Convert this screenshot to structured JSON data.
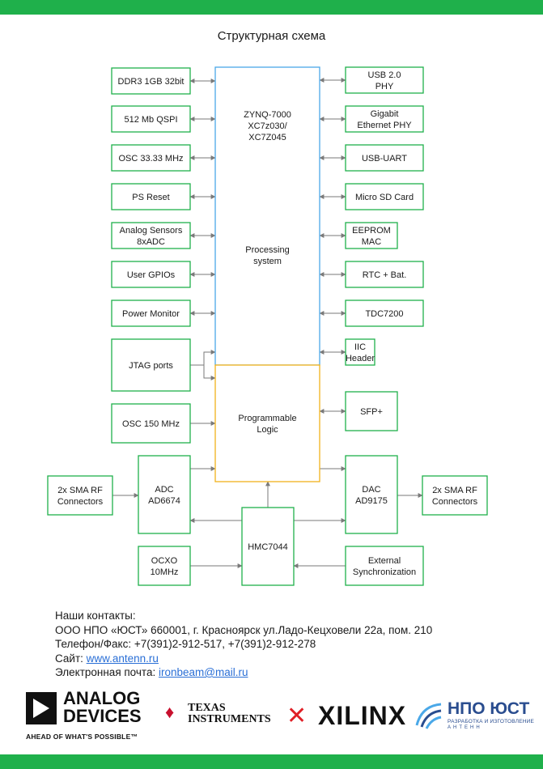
{
  "page": {
    "title": "Структурная схема",
    "accent_color": "#1fb04b"
  },
  "diagram": {
    "left_boxes": [
      {
        "id": "ddr3",
        "lines": [
          "DDR3 1GB 32bit"
        ]
      },
      {
        "id": "qspi",
        "lines": [
          "512 Mb QSPI"
        ]
      },
      {
        "id": "osc33",
        "lines": [
          "OSC 33.33 MHz"
        ]
      },
      {
        "id": "psreset",
        "lines": [
          "PS Reset"
        ]
      },
      {
        "id": "analog",
        "lines": [
          "Analog Sensors",
          "8xADC"
        ]
      },
      {
        "id": "gpio",
        "lines": [
          "User GPIOs"
        ]
      },
      {
        "id": "power",
        "lines": [
          "Power Monitor"
        ]
      },
      {
        "id": "jtag",
        "lines": [
          "JTAG ports"
        ]
      },
      {
        "id": "osc150",
        "lines": [
          "OSC 150 MHz"
        ]
      }
    ],
    "right_boxes": [
      {
        "id": "usb20",
        "lines": [
          "USB 2.0",
          "PHY"
        ]
      },
      {
        "id": "gige",
        "lines": [
          "Gigabit",
          "Ethernet PHY"
        ]
      },
      {
        "id": "usbuart",
        "lines": [
          "USB-UART"
        ]
      },
      {
        "id": "sd",
        "lines": [
          "Micro SD Card"
        ]
      },
      {
        "id": "eeprom",
        "lines": [
          "EEPROM",
          "MAC"
        ]
      },
      {
        "id": "rtc",
        "lines": [
          "RTC + Bat."
        ]
      },
      {
        "id": "tdc",
        "lines": [
          "TDC7200"
        ]
      },
      {
        "id": "iic",
        "lines": [
          "IIC",
          "Header"
        ]
      },
      {
        "id": "sfp",
        "lines": [
          "SFP+"
        ]
      }
    ],
    "zynq": {
      "lines": [
        "ZYNQ-7000",
        "XC7z030/",
        "XC7Z045"
      ],
      "ps_lines": [
        "Processing",
        "system"
      ],
      "pl_lines": [
        "Programmable",
        "Logic"
      ]
    },
    "bottom_boxes": [
      {
        "id": "sma_left",
        "lines": [
          "2x SMA RF",
          "Connectors"
        ]
      },
      {
        "id": "adc",
        "lines": [
          "ADC",
          "AD6674"
        ]
      },
      {
        "id": "hmc",
        "lines": [
          "HMC7044"
        ]
      },
      {
        "id": "dac",
        "lines": [
          "DAC",
          "AD9175"
        ]
      },
      {
        "id": "sma_right",
        "lines": [
          "2x SMA RF",
          "Connectors"
        ]
      },
      {
        "id": "ocxo",
        "lines": [
          "OCXO",
          "10MHz"
        ]
      },
      {
        "id": "extsync",
        "lines": [
          "External",
          "Synchronization"
        ]
      }
    ],
    "colors": {
      "box_border": "#1fb04b",
      "ps_border": "#4aa8e8",
      "pl_border": "#f2b21b",
      "arrow": "#7a7a7a"
    }
  },
  "contacts": {
    "heading": "Наши контакты:",
    "company": "ООО НПО «ЮСТ» 660001, г. Красноярск ул.Ладо-Кецховели 22а, пом. 210",
    "phone": "Телефон/Факс: +7(391)2-912-517, +7(391)2-912-278",
    "site_label": "Сайт: ",
    "site_link": "www.antenn.ru",
    "email_label": "Электронная почта: ",
    "email_link": "ironbeam@mail.ru"
  },
  "logos": {
    "analog_devices": "ANALOG DEVICES",
    "analog_devices_tagline": "AHEAD OF WHAT'S POSSIBLE™",
    "texas_instruments": "TEXAS INSTRUMENTS",
    "xilinx": "XILINX",
    "npo_yust": "НПО ЮСТ",
    "npo_yust_sub1": "РАЗРАБОТКА И ИЗГОТОВЛЕНИЕ",
    "npo_yust_sub2": "АНТЕНН"
  }
}
